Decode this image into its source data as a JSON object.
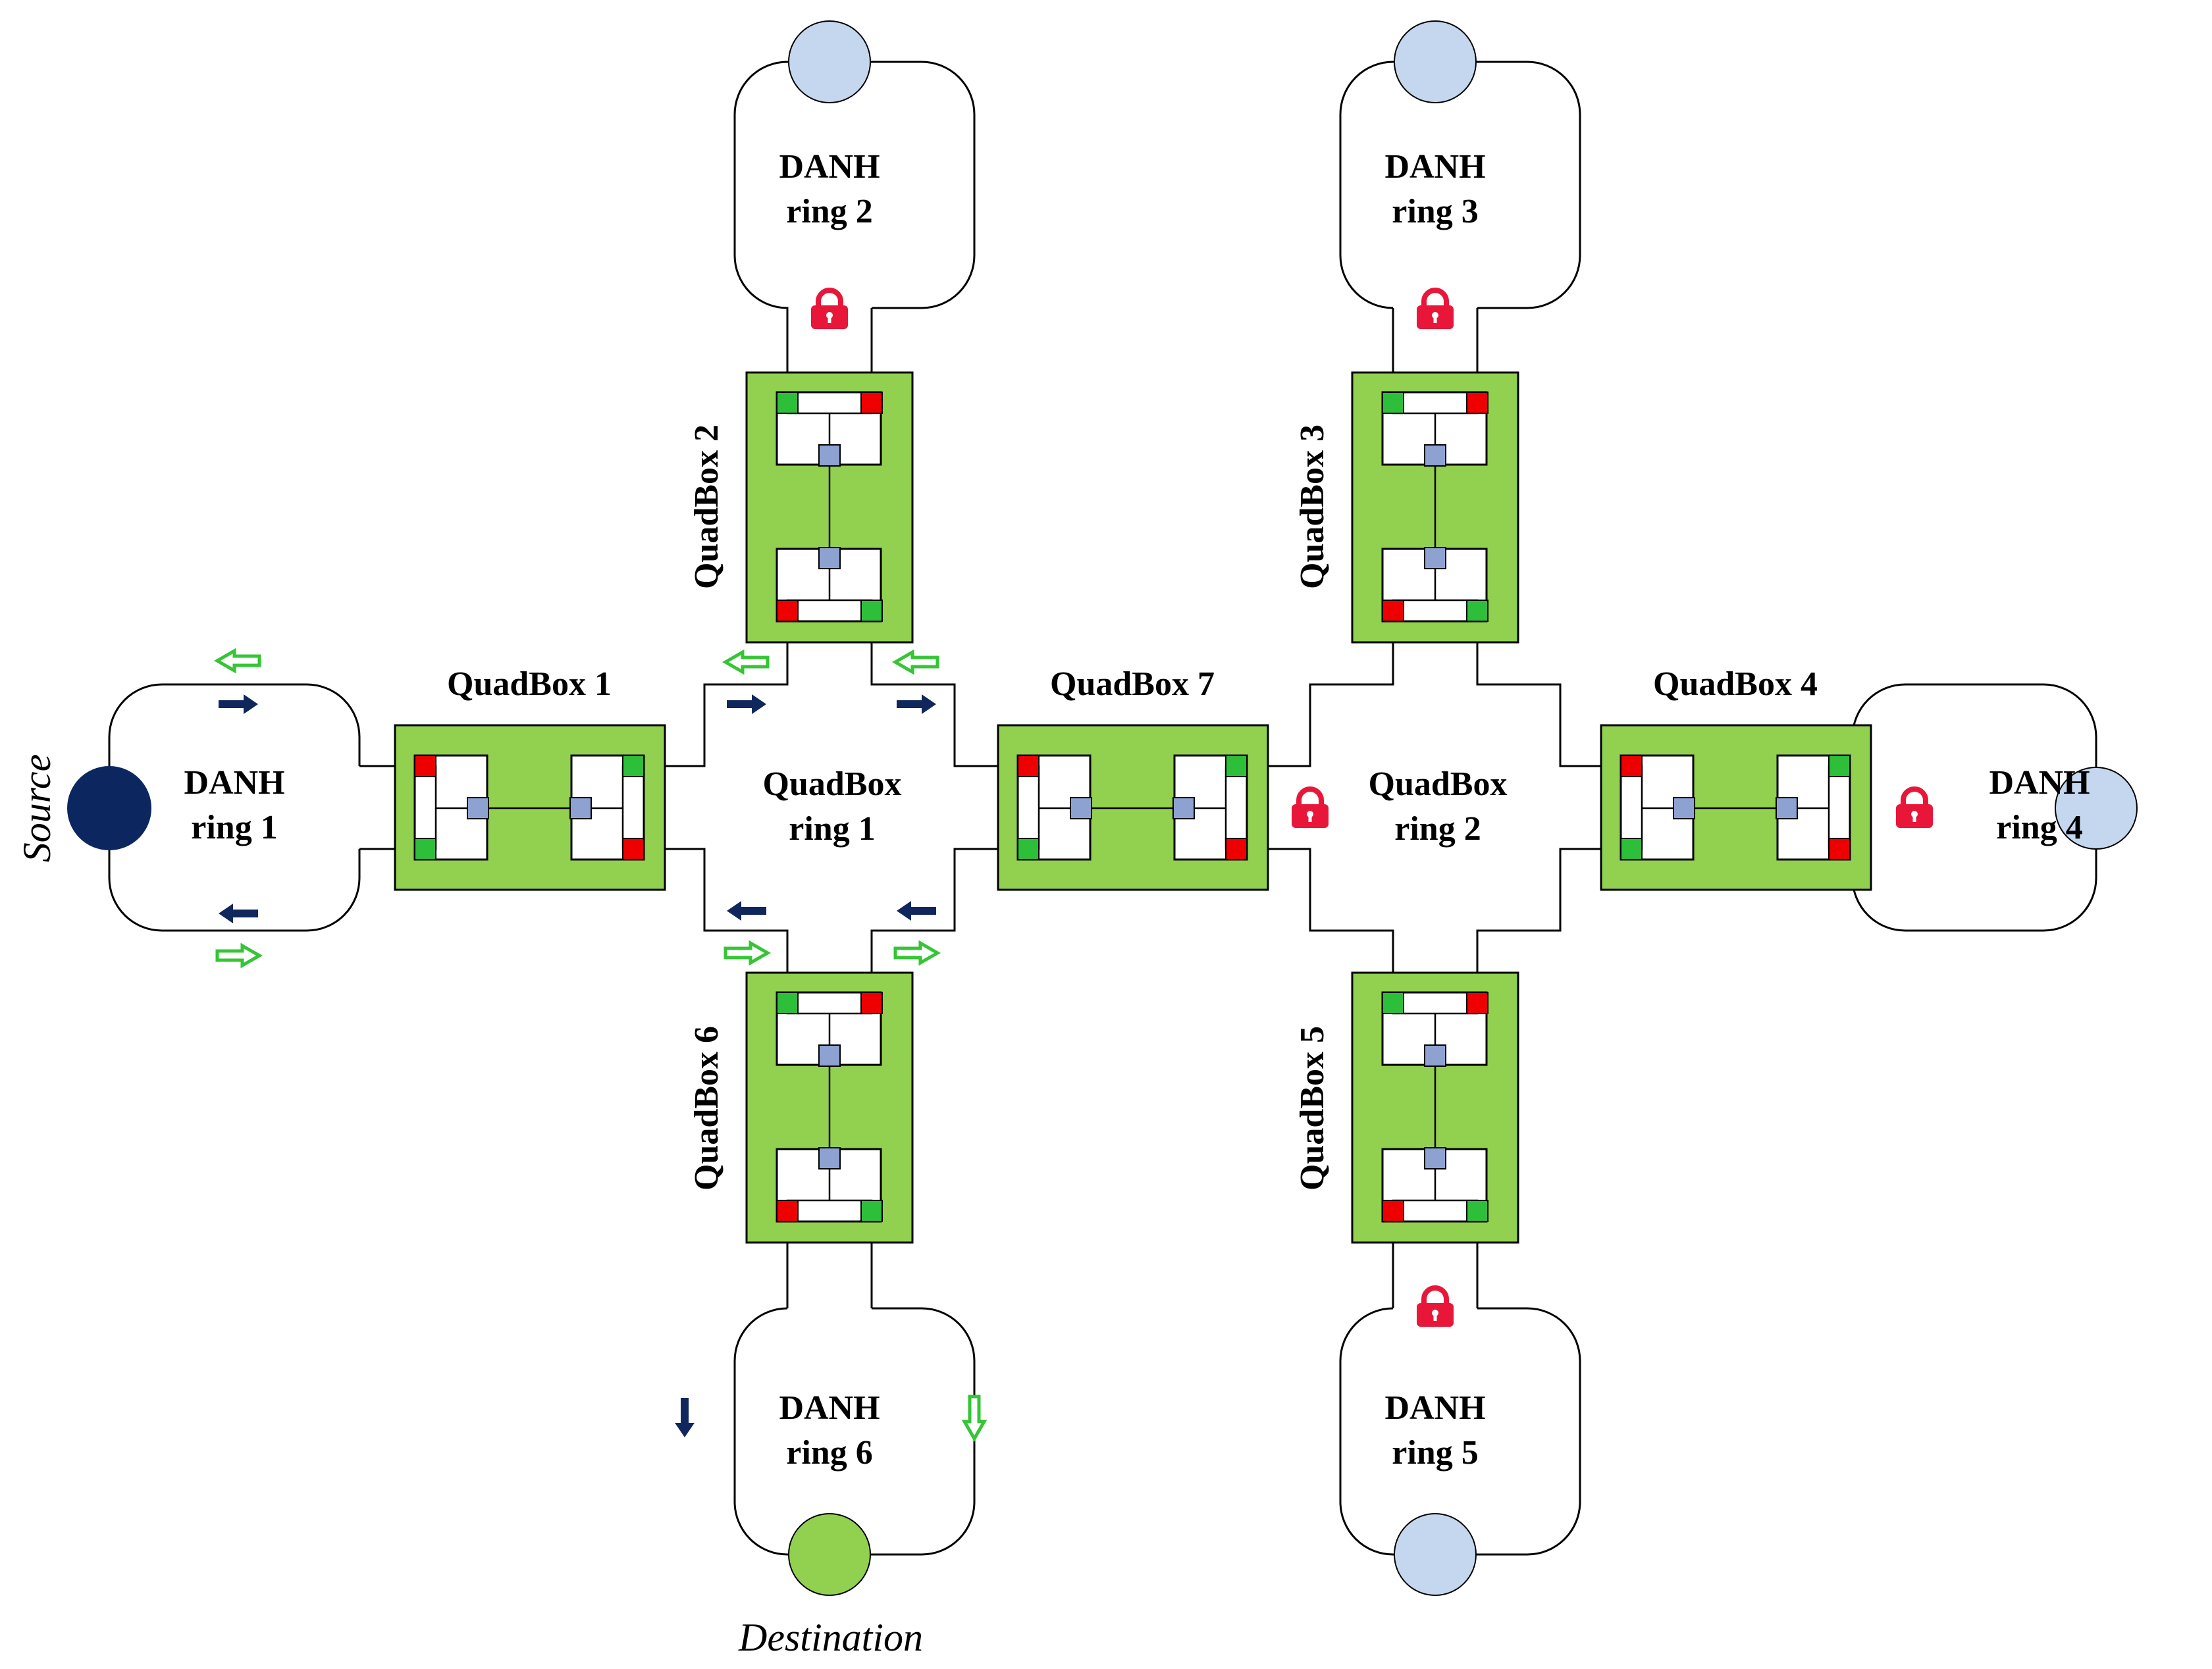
{
  "rings": {
    "danh1": {
      "line1": "DANH",
      "line2": "ring 1"
    },
    "danh2": {
      "line1": "DANH",
      "line2": "ring 2"
    },
    "danh3": {
      "line1": "DANH",
      "line2": "ring 3"
    },
    "danh4": {
      "line1": "DANH",
      "line2": "ring 4"
    },
    "danh5": {
      "line1": "DANH",
      "line2": "ring 5"
    },
    "danh6": {
      "line1": "DANH",
      "line2": "ring 6"
    },
    "qbring1": {
      "line1": "QuadBox",
      "line2": "ring 1"
    },
    "qbring2": {
      "line1": "QuadBox",
      "line2": "ring 2"
    }
  },
  "quadboxes": {
    "qb1": "QuadBox 1",
    "qb2": "QuadBox 2",
    "qb3": "QuadBox 3",
    "qb4": "QuadBox 4",
    "qb5": "QuadBox 5",
    "qb6": "QuadBox 6",
    "qb7": "QuadBox 7"
  },
  "endpoints": {
    "source": "Source",
    "destination": "Destination"
  },
  "icons": {
    "lock": "lock-icon",
    "arrow_filled": "arrow-filled-icon",
    "arrow_hollow": "arrow-hollow-icon"
  },
  "colors": {
    "quadbox_fill": "#92d050",
    "port_green": "#2dbf3a",
    "port_red": "#ee0000",
    "port_blue": "#8ea2d2",
    "source_node": "#0c2660",
    "destination_node": "#92d050",
    "node_light": "#c5d7ef",
    "lock": "#e8173a",
    "arrow_dark": "#10275e",
    "arrow_light": "#35c535"
  }
}
